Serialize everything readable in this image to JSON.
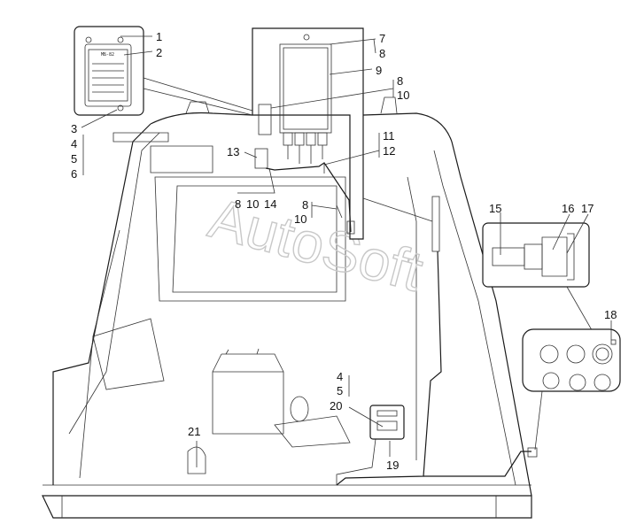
{
  "watermark": "AutoSoft",
  "device_label": "МБ-82",
  "callouts": [
    {
      "id": "c1",
      "text": "1"
    },
    {
      "id": "c2",
      "text": "2"
    },
    {
      "id": "c3",
      "text": "3"
    },
    {
      "id": "c4a",
      "text": "4"
    },
    {
      "id": "c5a",
      "text": "5"
    },
    {
      "id": "c6",
      "text": "6"
    },
    {
      "id": "c7",
      "text": "7"
    },
    {
      "id": "c8a",
      "text": "8"
    },
    {
      "id": "c9",
      "text": "9"
    },
    {
      "id": "c8b",
      "text": "8"
    },
    {
      "id": "c10a",
      "text": "10"
    },
    {
      "id": "c11",
      "text": "11"
    },
    {
      "id": "c12",
      "text": "12"
    },
    {
      "id": "c13",
      "text": "13"
    },
    {
      "id": "c8c",
      "text": "8"
    },
    {
      "id": "c10b",
      "text": "10"
    },
    {
      "id": "c14",
      "text": "14"
    },
    {
      "id": "c8d",
      "text": "8"
    },
    {
      "id": "c10c",
      "text": "10"
    },
    {
      "id": "c15",
      "text": "15"
    },
    {
      "id": "c16",
      "text": "16"
    },
    {
      "id": "c17",
      "text": "17"
    },
    {
      "id": "c18",
      "text": "18"
    },
    {
      "id": "c4b",
      "text": "4"
    },
    {
      "id": "c5b",
      "text": "5"
    },
    {
      "id": "c20",
      "text": "20"
    },
    {
      "id": "c19",
      "text": "19"
    },
    {
      "id": "c21",
      "text": "21"
    }
  ],
  "colors": {
    "line": "#1a1a1a",
    "watermark": "#c8c8c8",
    "background": "#ffffff"
  }
}
